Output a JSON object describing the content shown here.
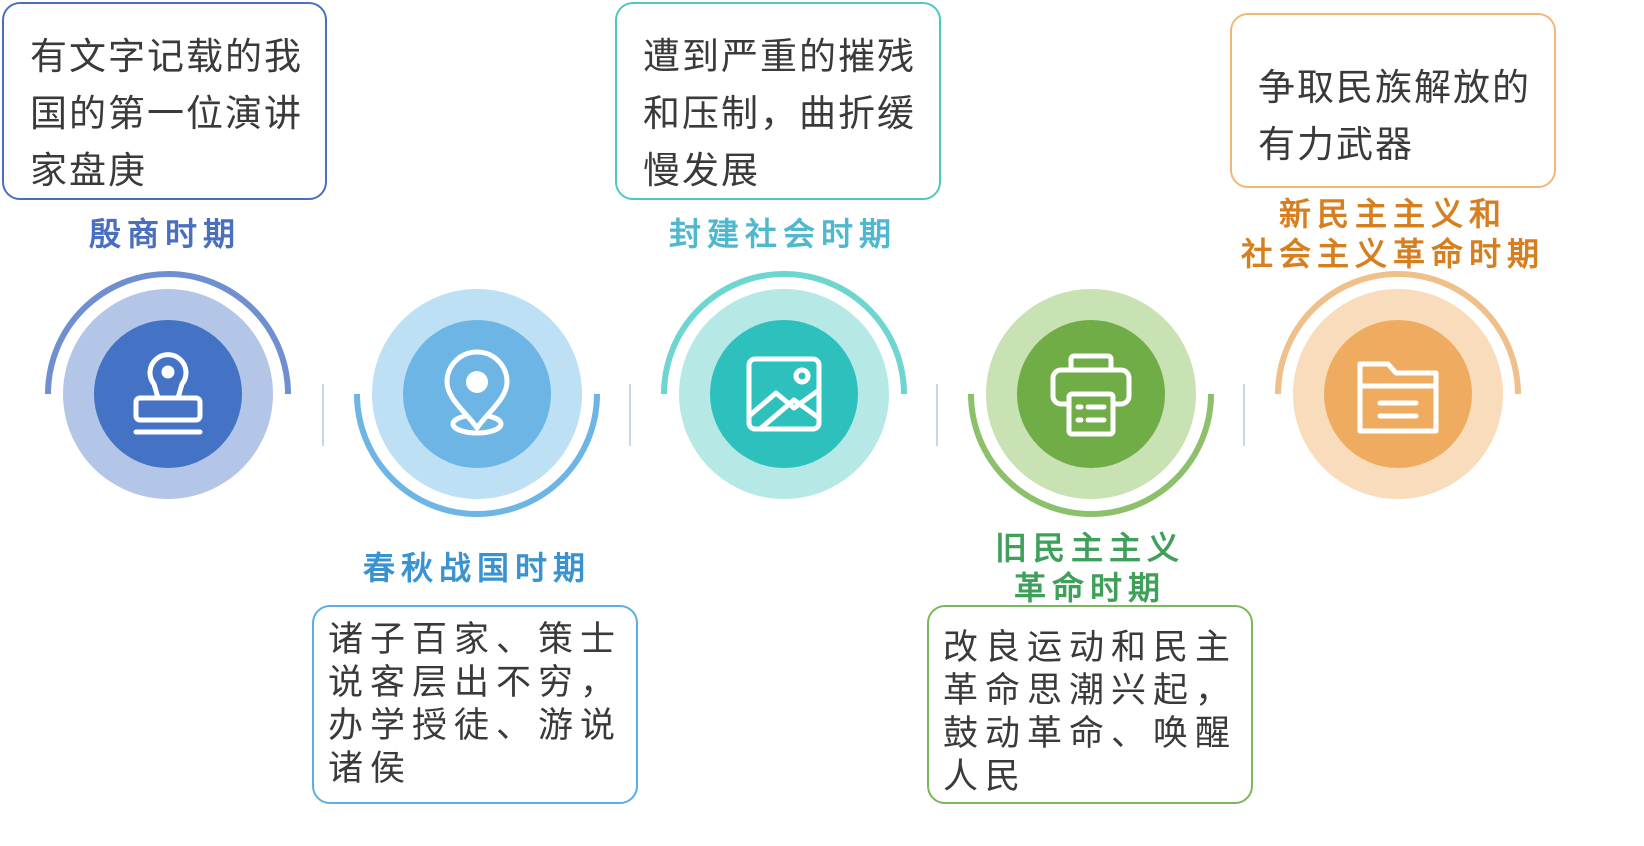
{
  "stages": [
    {
      "title_lines": [
        "殷商时期"
      ],
      "desc_lines": [
        "有文字记载的我",
        "国的第一位演讲",
        "家盘庚"
      ],
      "icon": "stamp-icon",
      "colors": {
        "accent": "#4472c4",
        "ring": "#6f8fd0",
        "halo": "#b4c6e7",
        "title": "#4a6fc0",
        "box_border": "#4a6fc0"
      }
    },
    {
      "title_lines": [
        "春秋战国时期"
      ],
      "desc_lines": [
        "诸子百家、策士",
        "说客层出不穷，",
        "办学授徒、游说",
        "诸侯"
      ],
      "icon": "location-pin-icon",
      "colors": {
        "accent": "#6db5e5",
        "ring": "#6db5e5",
        "halo": "#bde0f5",
        "title": "#3a93d0",
        "box_border": "#5aaee6"
      }
    },
    {
      "title_lines": [
        "封建社会时期"
      ],
      "desc_lines": [
        "遭到严重的摧残",
        "和压制，曲折缓",
        "慢发展"
      ],
      "icon": "image-icon",
      "colors": {
        "accent": "#2ec0bd",
        "ring": "#6dd6d0",
        "halo": "#b6e8e5",
        "title": "#4fb8cf",
        "box_border": "#4ec7c2"
      }
    },
    {
      "title_lines": [
        "旧民主主义",
        "革命时期"
      ],
      "desc_lines": [
        "改良运动和民主",
        "革命思潮兴起，",
        "鼓动革命、唤醒",
        "人民"
      ],
      "icon": "printer-icon",
      "colors": {
        "accent": "#70ad47",
        "ring": "#8cc06a",
        "halo": "#c9e2b4",
        "title": "#3fa05a",
        "box_border": "#7ab85a"
      }
    },
    {
      "title_lines": [
        "新民主主义和",
        "社会主义革命时期"
      ],
      "desc_lines": [
        "争取民族解放的",
        "有力武器"
      ],
      "icon": "folder-icon",
      "colors": {
        "accent": "#efac60",
        "ring": "#f0c08a",
        "halo": "#f8dcbb",
        "title": "#d77f1e",
        "box_border": "#f0b777"
      }
    }
  ]
}
